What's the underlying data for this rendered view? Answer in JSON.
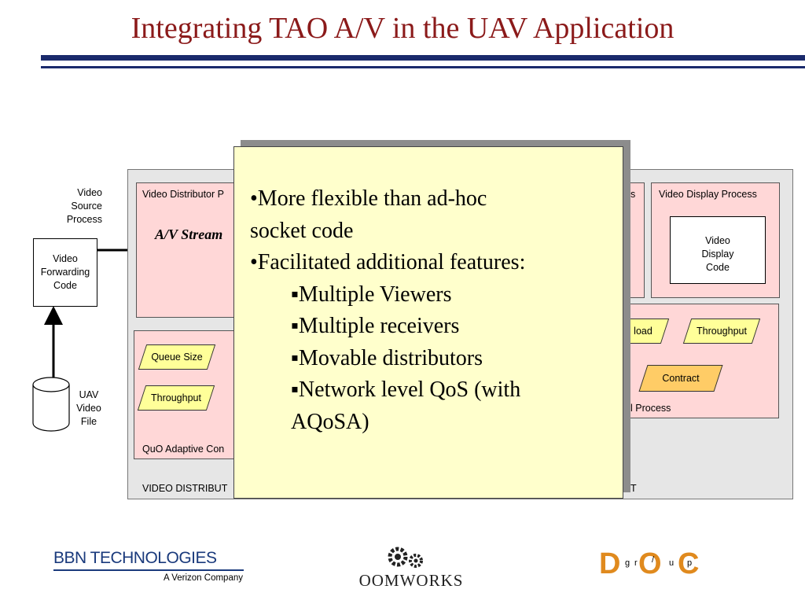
{
  "title": "Integrating TAO A/V in the UAV Application",
  "diagram": {
    "video_source_process": [
      "Video",
      "Source",
      "Process"
    ],
    "video_forwarding_code": [
      "Video",
      "Forwarding",
      "Code"
    ],
    "uav_video_file": [
      "UAV",
      "Video",
      "File"
    ],
    "video_distributor_process": "Video Distributor P",
    "av_streams": "A/V Stream",
    "receiver_process_fragment": "s",
    "video_display_process": "Video Display Process",
    "video_display_code": [
      "Video",
      "Display",
      "Code"
    ],
    "queue_size": "Queue Size",
    "throughput_left": "Throughput",
    "quo_adaptive": "QuO Adaptive Con",
    "video_distributor_footer": "VIDEO DISTRIBUT",
    "load": "load",
    "throughput_right": "Throughput",
    "contract": "Contract",
    "process_fragment": "l Process",
    "footer_fragment": "T"
  },
  "note": {
    "bullet1a": "•More flexible than ad-hoc",
    "bullet1b": "socket code",
    "bullet2": "•Facilitated additional features:",
    "sub1": "▪Multiple Viewers",
    "sub2": "▪Multiple receivers",
    "sub3": "▪Movable distributors",
    "sub4a": "▪Network level QoS (with",
    "sub4b": "AQoSA)"
  },
  "logos": {
    "bbn_name": "BBN TECHNOLOGIES",
    "bbn_tagline": "A Verizon Company",
    "oomworks": "OOMWORKS",
    "doc_letters": [
      "D",
      "O",
      "C"
    ],
    "doc_group": [
      "g",
      "r",
      "/",
      "u",
      "p"
    ]
  },
  "colors": {
    "title": "#8b1a1a",
    "rule": "#1a2a6c",
    "note_bg": "#ffffcc",
    "box_pink": "#ffd7d7",
    "panel_gray": "#e6e6e6",
    "qos_yellow": "#ffff99",
    "contract_orange": "#ffcc66",
    "doc_orange": "#e08a1e"
  }
}
